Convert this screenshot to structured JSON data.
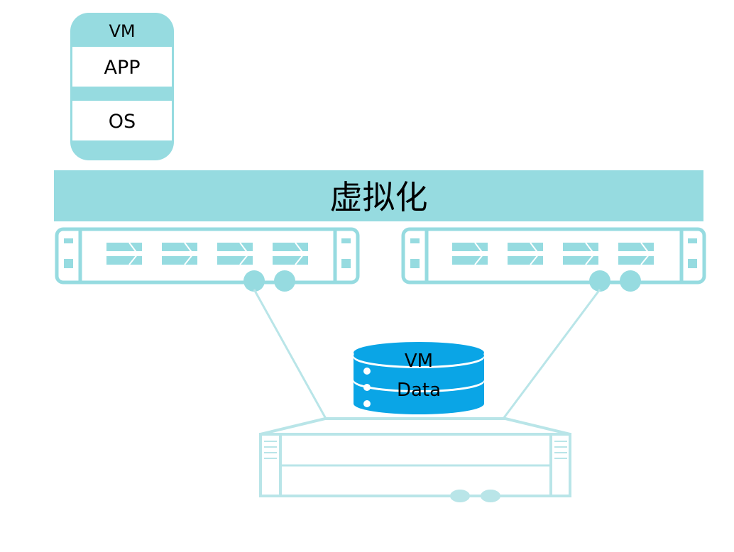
{
  "vm_card": {
    "title": "VM",
    "layers": [
      "APP",
      "OS"
    ]
  },
  "virtualization_bar": {
    "label": "虚拟化"
  },
  "storage_db": {
    "line1": "VM",
    "line2": "Data"
  },
  "colors": {
    "accent": "#96dbe0",
    "db_blue": "#0aa5e6",
    "line": "#b9e5e8",
    "text": "#000000"
  }
}
